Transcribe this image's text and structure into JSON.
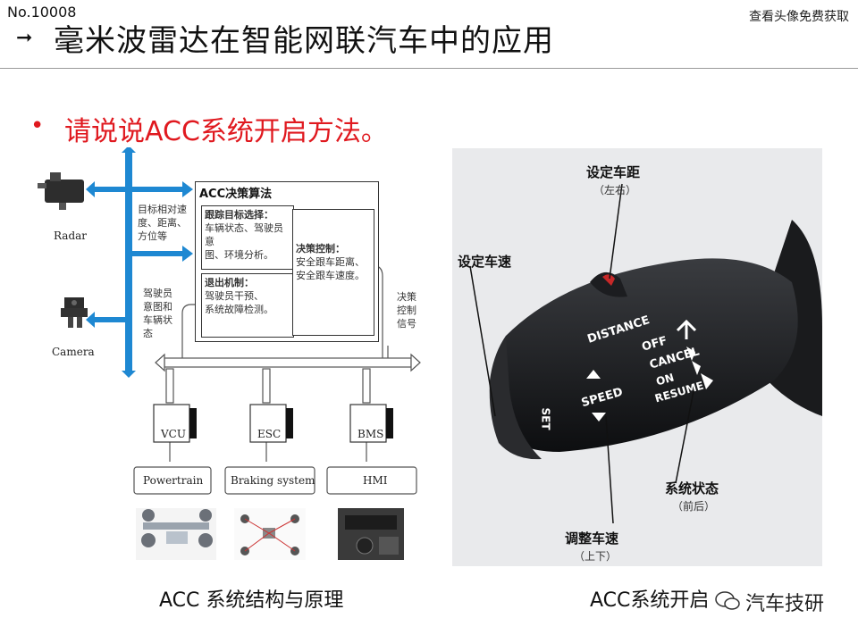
{
  "header": {
    "doc_no": "No.10008",
    "top_right": "查看头像免费获取",
    "title": "毫米波雷达在智能网联汽车中的应用"
  },
  "question": "请说说ACC系统开启方法。",
  "diagram": {
    "radar": "Radar",
    "camera": "Camera",
    "input1": [
      "目标相对速",
      "度、距离、",
      "方位等"
    ],
    "input2": [
      "驾驶员",
      "意图和",
      "车辆状",
      "态"
    ],
    "algo_title": "ACC决策算法",
    "track_title": "跟踪目标选择：",
    "track_body": [
      "车辆状态、驾驶员意",
      "图、环境分析。"
    ],
    "exit_title": "退出机制：",
    "exit_body": [
      "驾驶员干预、",
      "系统故障检测。"
    ],
    "decide_title": "决策控制：",
    "decide_body": [
      "安全跟车距离、",
      "安全跟车速度。"
    ],
    "output": [
      "决策",
      "控制",
      "信号"
    ],
    "ecus": [
      "VCU",
      "ESC",
      "BMS"
    ],
    "subsystems": [
      "Powertrain",
      "Braking system",
      "HMI"
    ],
    "caption": "ACC 系统结构与原理"
  },
  "lever": {
    "label_distance": "设定车距",
    "label_distance_sub": "（左右）",
    "label_speed": "设定车速",
    "label_state": "系统状态",
    "label_state_sub": "（前后）",
    "label_adjust": "调整车速",
    "label_adjust_sub": "（上下）",
    "print_distance": "DISTANCE",
    "print_speed": "SPEED",
    "print_set": "SET",
    "print_off": "OFF",
    "print_cancel": "CANCEL",
    "print_on": "ON",
    "print_resume": "RESUME",
    "caption": "ACC系统开启",
    "watermark": "汽车技研"
  },
  "colors": {
    "accent_red": "#e0191f",
    "bus_blue": "#1e88d2"
  }
}
